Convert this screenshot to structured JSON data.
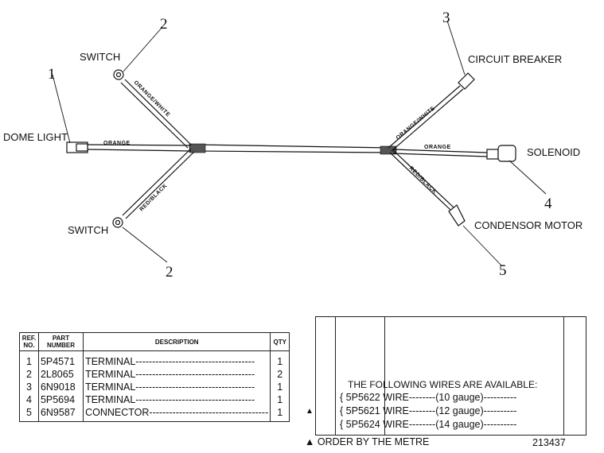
{
  "diagram": {
    "components": [
      {
        "ref": "1",
        "label": "DOME LIGHT"
      },
      {
        "ref": "2",
        "label": "SWITCH"
      },
      {
        "ref": "2",
        "label": "SWITCH"
      },
      {
        "ref": "3",
        "label": "CIRCUIT BREAKER"
      },
      {
        "ref": "4",
        "label": "SOLENOID"
      },
      {
        "ref": "5",
        "label": "CONDENSOR MOTOR"
      }
    ],
    "wires": {
      "orange": "ORANGE",
      "orange_white": "ORANGE/WHITE",
      "red_black": "RED/BLACK"
    }
  },
  "parts_table": {
    "headers": {
      "ref": "REF. NO.",
      "part": "PART NUMBER",
      "desc": "DESCRIPTION",
      "qty": "QTY"
    },
    "rows": [
      {
        "ref": "1",
        "part": "5P4571",
        "desc": "TERMINAL",
        "qty": "1"
      },
      {
        "ref": "2",
        "part": "2L8065",
        "desc": "TERMINAL",
        "qty": "2"
      },
      {
        "ref": "3",
        "part": "6N9018",
        "desc": "TERMINAL",
        "qty": "1"
      },
      {
        "ref": "4",
        "part": "5P5694",
        "desc": "TERMINAL",
        "qty": "1"
      },
      {
        "ref": "5",
        "part": "6N9587",
        "desc": "CONNECTOR",
        "qty": "1"
      }
    ]
  },
  "wires_box": {
    "title": "THE FOLLOWING WIRES ARE AVAILABLE:",
    "rows": [
      {
        "part": "5P5622",
        "desc": "WIRE",
        "gauge": "(10 gauge)"
      },
      {
        "part": "5P5621",
        "desc": "WIRE",
        "gauge": "(12 gauge)"
      },
      {
        "part": "5P5624",
        "desc": "WIRE",
        "gauge": "(14 gauge)"
      }
    ],
    "note": "ORDER BY THE METRE"
  },
  "figure_number": "213437"
}
